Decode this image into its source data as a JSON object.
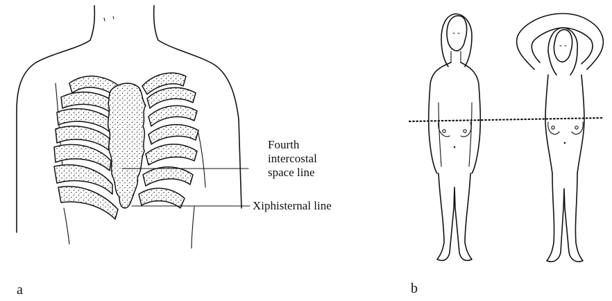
{
  "panel_a": {
    "label": "a",
    "annotations": {
      "fourth_intercostal": [
        "Fourth",
        "intercostal",
        "space line"
      ],
      "xiphisternal": "Xiphisternal line"
    }
  },
  "panel_b": {
    "label": "b"
  },
  "colors": {
    "ink": "#111111",
    "background": "#ffffff"
  }
}
